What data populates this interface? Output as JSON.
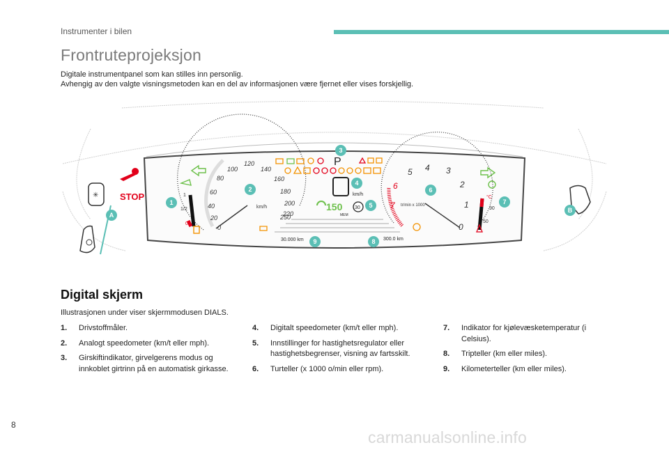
{
  "header": {
    "section": "Instrumenter i bilen",
    "accent_color": "#5bbfb5"
  },
  "page_title": "Frontruteprojeksjon",
  "intro": [
    "Digitale instrumentpanel som kan stilles inn personlig.",
    "Avhengig av den valgte visningsmetoden kan en del av informasjonen være fjernet eller vises forskjellig."
  ],
  "illustration": {
    "stop_label": "STOP",
    "gear_letter": "P",
    "speed_digits": "150",
    "speed_unit_digital": "km/h",
    "speed_unit_analog": "km/h",
    "speed_limit": "30",
    "mem_label": "MEM",
    "rpm_unit": "tr/min x 1000",
    "odometer": "30.000 km",
    "trip": "300.0 km",
    "speed_ticks": [
      "0",
      "20",
      "40",
      "60",
      "80",
      "100",
      "120",
      "140",
      "160",
      "180",
      "200",
      "220",
      "250"
    ],
    "rpm_ticks": [
      "0",
      "1",
      "2",
      "3",
      "4",
      "5",
      "6",
      "7"
    ],
    "fuel_ticks": [
      "1",
      "1/2",
      "0"
    ],
    "temp_ticks": [
      "°C",
      "90",
      "50"
    ],
    "callouts": [
      "1",
      "2",
      "3",
      "4",
      "5",
      "6",
      "7",
      "8",
      "9",
      "A",
      "B"
    ],
    "callout_color": "#5bbfb5",
    "warning_color": "#e2001a",
    "indicator_green": "#6cc04a",
    "indicator_orange": "#f39200"
  },
  "section_heading": "Digital skjerm",
  "section_desc": "Illustrasjonen under viser skjermmodusen DIALS.",
  "legend": [
    {
      "num": "1.",
      "text": "Drivstoffmåler."
    },
    {
      "num": "2.",
      "text": "Analogt speedometer (km/t eller mph)."
    },
    {
      "num": "3.",
      "text": "Girskiftindikator, girvelgerens modus og innkoblet girtrinn på en automatisk girkasse."
    },
    {
      "num": "4.",
      "text": "Digitalt speedometer (km/t eller mph)."
    },
    {
      "num": "5.",
      "text": "Innstillinger for hastighetsregulator eller hastighetsbegrenser, visning av fartsskilt."
    },
    {
      "num": "6.",
      "text": "Turteller (x 1000 o/min eller rpm)."
    },
    {
      "num": "7.",
      "text": "Indikator for kjølevæsketemperatur (i Celsius)."
    },
    {
      "num": "8.",
      "text": "Tripteller (km eller miles)."
    },
    {
      "num": "9.",
      "text": "Kilometerteller (km eller miles)."
    }
  ],
  "page_number": "8",
  "watermark": "carmanualsonline.info"
}
